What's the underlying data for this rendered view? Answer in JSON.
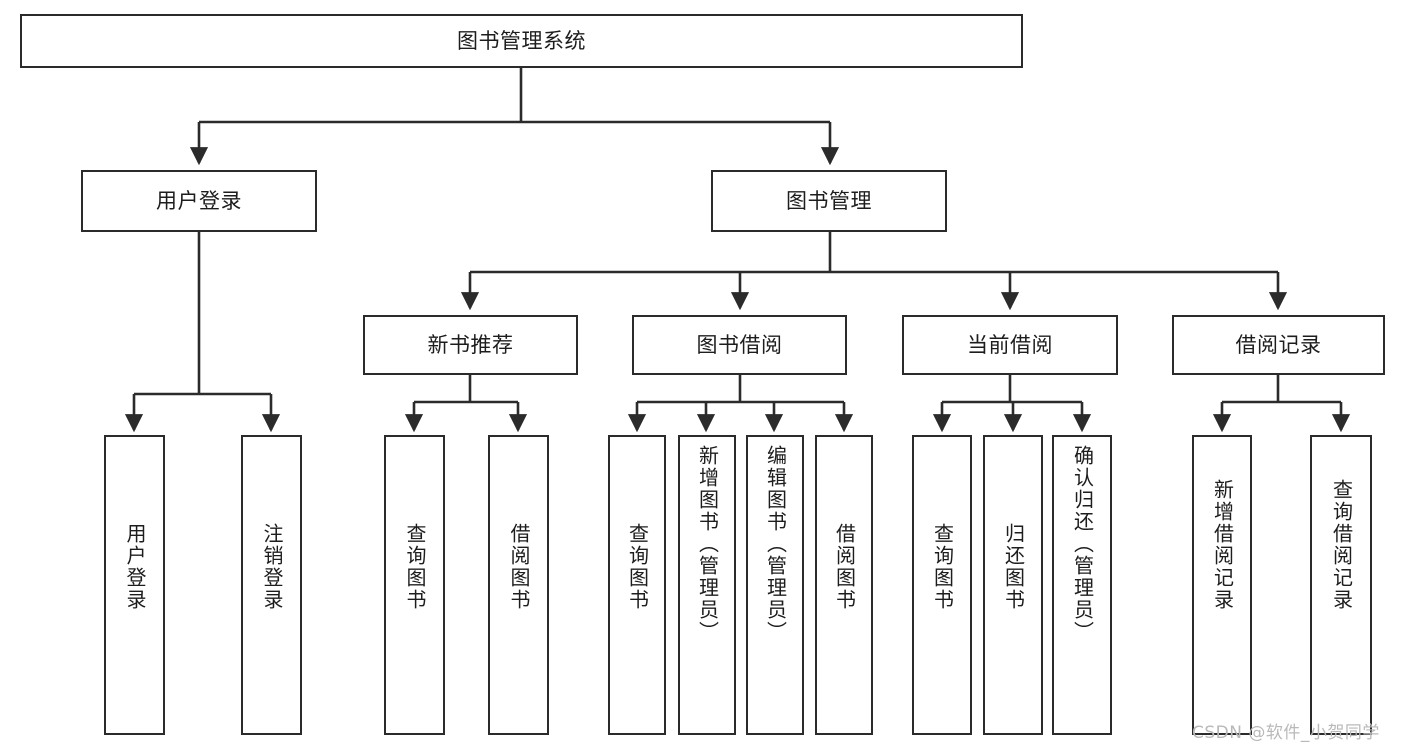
{
  "diagram": {
    "title": "图书管理系统",
    "type": "hierarchy-tree",
    "colors": {
      "border": "#2b2b2b",
      "background": "#ffffff",
      "text": "#1d1d1d",
      "watermark": "#b9b9b9"
    },
    "watermark": "CSDN @软件_小贺同学",
    "levels": {
      "level1": [
        "图书管理系统"
      ],
      "level2": [
        "用户登录",
        "图书管理"
      ],
      "level3": [
        "新书推荐",
        "图书借阅",
        "当前借阅",
        "借阅记录"
      ],
      "level4": [
        "用户登录",
        "注销登录",
        "查询图书",
        "借阅图书",
        "查询图书",
        "新增图书（管理员）",
        "编辑图书（管理员）",
        "借阅图书",
        "查询图书",
        "归还图书",
        "确认归还（管理员）",
        "新增借阅记录",
        "查询借阅记录"
      ]
    },
    "nodes": {
      "root": {
        "label": "图书管理系统"
      },
      "user_login": {
        "label": "用户登录"
      },
      "book_manage": {
        "label": "图书管理"
      },
      "new_book_rec": {
        "label": "新书推荐"
      },
      "book_borrow": {
        "label": "图书借阅"
      },
      "current_borrow": {
        "label": "当前借阅"
      },
      "borrow_record": {
        "label": "借阅记录"
      },
      "leaf_user_login": {
        "label": "用户登录"
      },
      "leaf_logout": {
        "label": "注销登录"
      },
      "leaf_query_book_1": {
        "label": "查询图书"
      },
      "leaf_borrow_book_1": {
        "label": "借阅图书"
      },
      "leaf_query_book_2": {
        "label": "查询图书"
      },
      "leaf_add_book_admin": {
        "label": "新增图书（管理员）"
      },
      "leaf_edit_book_admin": {
        "label": "编辑图书（管理员）"
      },
      "leaf_borrow_book_2": {
        "label": "借阅图书"
      },
      "leaf_query_book_3": {
        "label": "查询图书"
      },
      "leaf_return_book": {
        "label": "归还图书"
      },
      "leaf_confirm_return_admin": {
        "label": "确认归还（管理员）"
      },
      "leaf_add_record": {
        "label": "新增借阅记录"
      },
      "leaf_query_record": {
        "label": "查询借阅记录"
      }
    }
  }
}
